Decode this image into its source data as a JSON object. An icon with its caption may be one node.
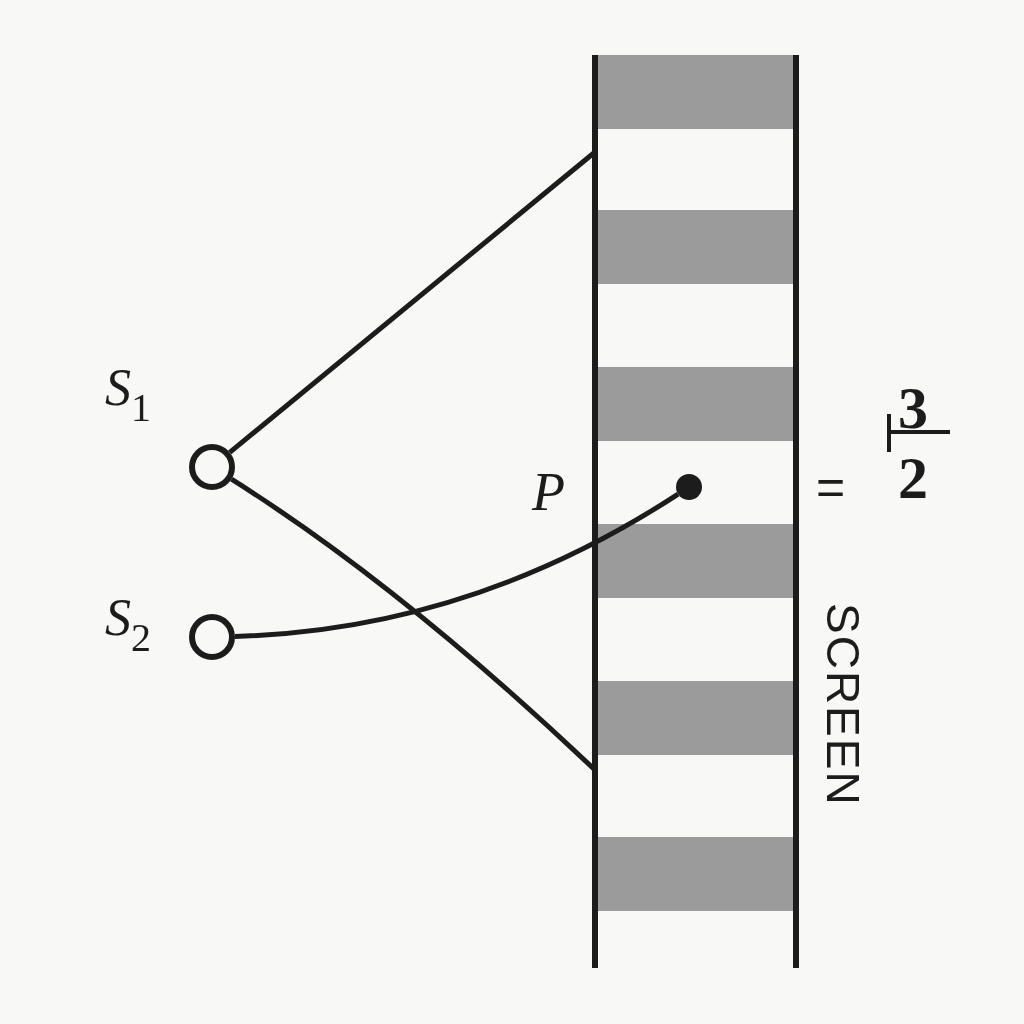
{
  "diagram": {
    "nodes": [
      {
        "text": [
          "S$_{1}$"
        ]
      },
      {
        "text": [
          "S$_{2}$"
        ]
      },
      {
        "text": [
          "SCREEN"
        ]
      },
      {
        "text": [
          "P"
        ],
        "in": 2
      }
    ],
    "edges": [
      {
        "from": 0,
        "to": 2,
        "arrow": "none"
      },
      {
        "from": 0,
        "to": 2,
        "arrow": "none"
      },
      {
        "from": 1,
        "to": 3,
        "arrow": "none"
      }
    ],
    "labels": [
      "3",
      "=",
      "2"
    ]
  }
}
